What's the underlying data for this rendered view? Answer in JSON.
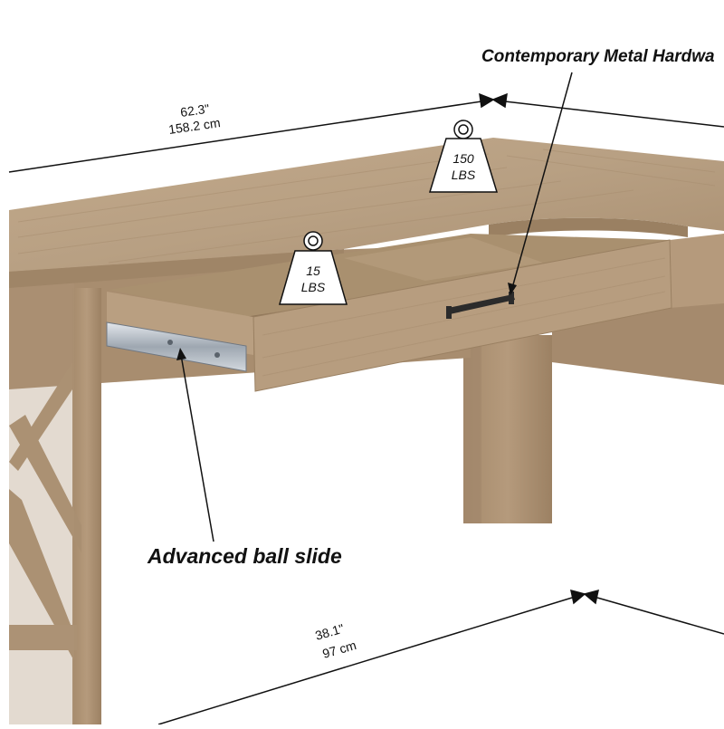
{
  "callouts": {
    "hardware": "Contemporary Metal Hardwa",
    "ball_slide": "Advanced ball slide"
  },
  "dimensions": {
    "width_in": "62.3\"",
    "width_cm": "158.2 cm",
    "depth_in": "38.1\"",
    "depth_cm": "97 cm"
  },
  "weights": {
    "desktop": {
      "value": "150",
      "unit": "LBS"
    },
    "drawer": {
      "value": "15",
      "unit": "LBS"
    }
  },
  "colors": {
    "wood": "#b59a7c",
    "wood_dark": "#9c8163",
    "wood_light": "#c6ad8f",
    "metal": "#aeb6bf",
    "handle": "#2b2b2b",
    "line": "#111111"
  }
}
